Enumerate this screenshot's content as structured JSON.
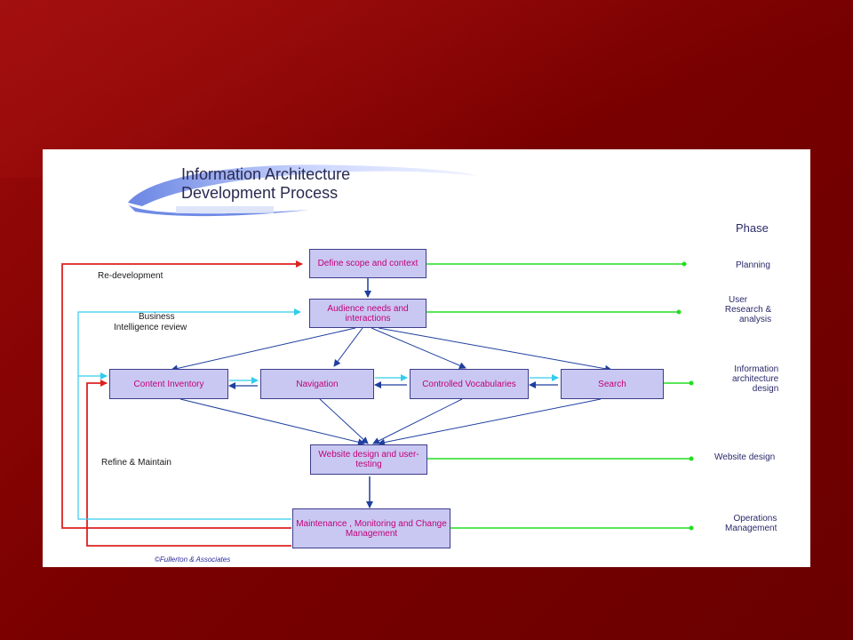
{
  "title_line1": "Information Architecture",
  "title_line2": "Development Process",
  "phase_header": "Phase",
  "nodes": {
    "define": "Define scope and context",
    "audience": "Audience needs and interactions",
    "content": "Content Inventory",
    "navigation": "Navigation",
    "controlled": "Controlled Vocabularies",
    "search": "Search",
    "website": "Website design and user-testing",
    "maintenance": "Maintenance , Monitoring and Change Management"
  },
  "labels": {
    "redevelopment": "Re-development",
    "business_1": "Business",
    "business_2": "Intelligence review",
    "refine": "Refine & Maintain"
  },
  "phases": {
    "planning": "Planning",
    "user_research_1": "User",
    "user_research_2": "Research &",
    "user_research_3": "analysis",
    "ia_design_1": "Information",
    "ia_design_2": "architecture",
    "ia_design_3": "design",
    "website_design": "Website design",
    "operations_1": "Operations",
    "operations_2": "Management"
  },
  "copyright": "©Fullerton & Associates",
  "colors": {
    "flow": "#1f3f9f",
    "phase_line": "#22dd22",
    "redevelop": "#dd2222",
    "feedback": "#33ccee"
  }
}
